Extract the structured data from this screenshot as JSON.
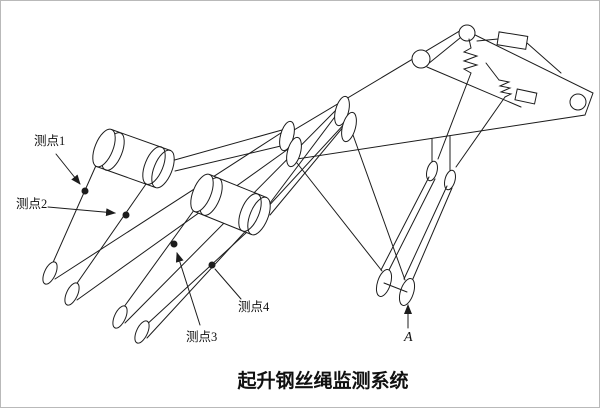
{
  "diagram": {
    "caption": "起升钢丝绳监测系统",
    "labels": {
      "point1": "测点1",
      "point2": "测点2",
      "point3": "测点3",
      "point4": "测点4",
      "section_marker": "A"
    },
    "colors": {
      "line": "#1c1c1c",
      "background": "#ffffff",
      "dot": "#000000"
    }
  }
}
